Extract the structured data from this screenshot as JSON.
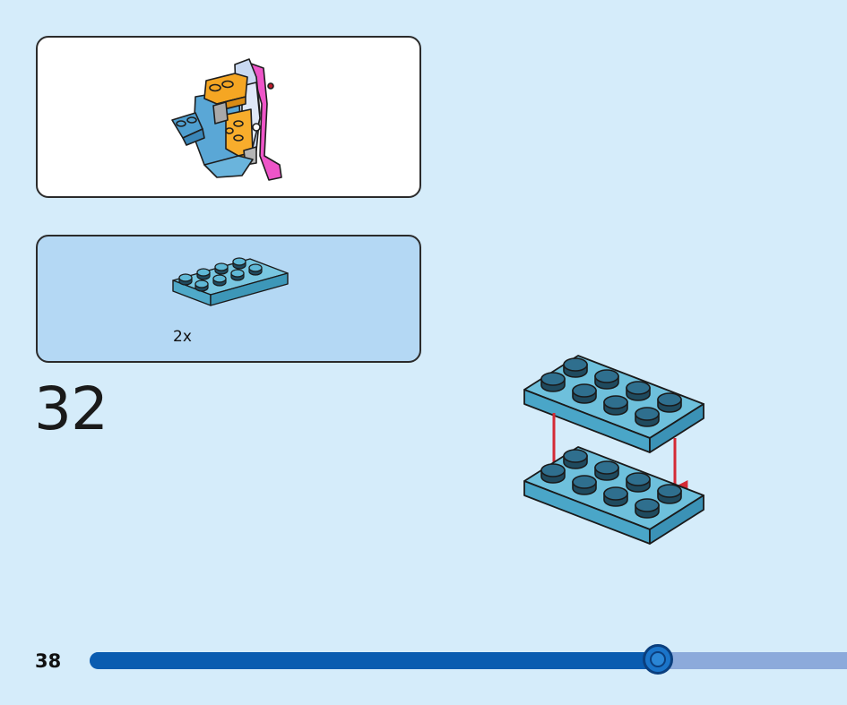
{
  "step": {
    "number": "32"
  },
  "parts_list": {
    "quantity": "2x",
    "part_icon": "plate-2x4-icon",
    "part_color": "#5fb8d6"
  },
  "model_preview": {
    "icon": "partial-model-icon"
  },
  "assembly": {
    "icon": "plate-stack-assembly-icon",
    "arrow_color": "#d42a35"
  },
  "footer": {
    "page_number": "38",
    "progress": 0.76
  },
  "colors": {
    "background": "#d5ecfa",
    "parts_panel": "#b4d8f4",
    "progress_fill": "#0a5cb0",
    "progress_track": "#8caadb"
  }
}
